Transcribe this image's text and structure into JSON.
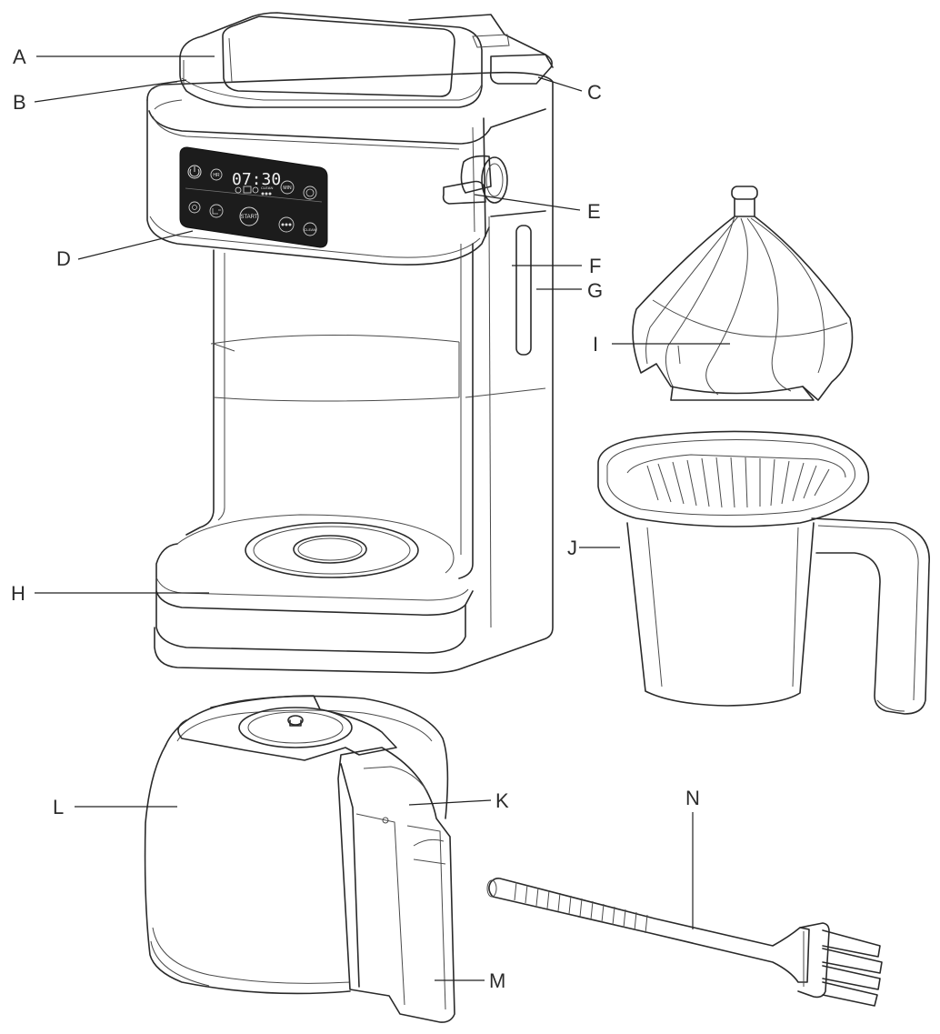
{
  "labels": {
    "A": "A",
    "B": "B",
    "C": "C",
    "D": "D",
    "E": "E",
    "F": "F",
    "G": "G",
    "H": "H",
    "I": "I",
    "J": "J",
    "K": "K",
    "L": "L",
    "M": "M",
    "N": "N"
  },
  "control_panel": {
    "time": "07:30",
    "hr": "HR",
    "min": "MIN",
    "start": "START",
    "clean": "CLEAN",
    "clean_small": "CLEAN"
  }
}
